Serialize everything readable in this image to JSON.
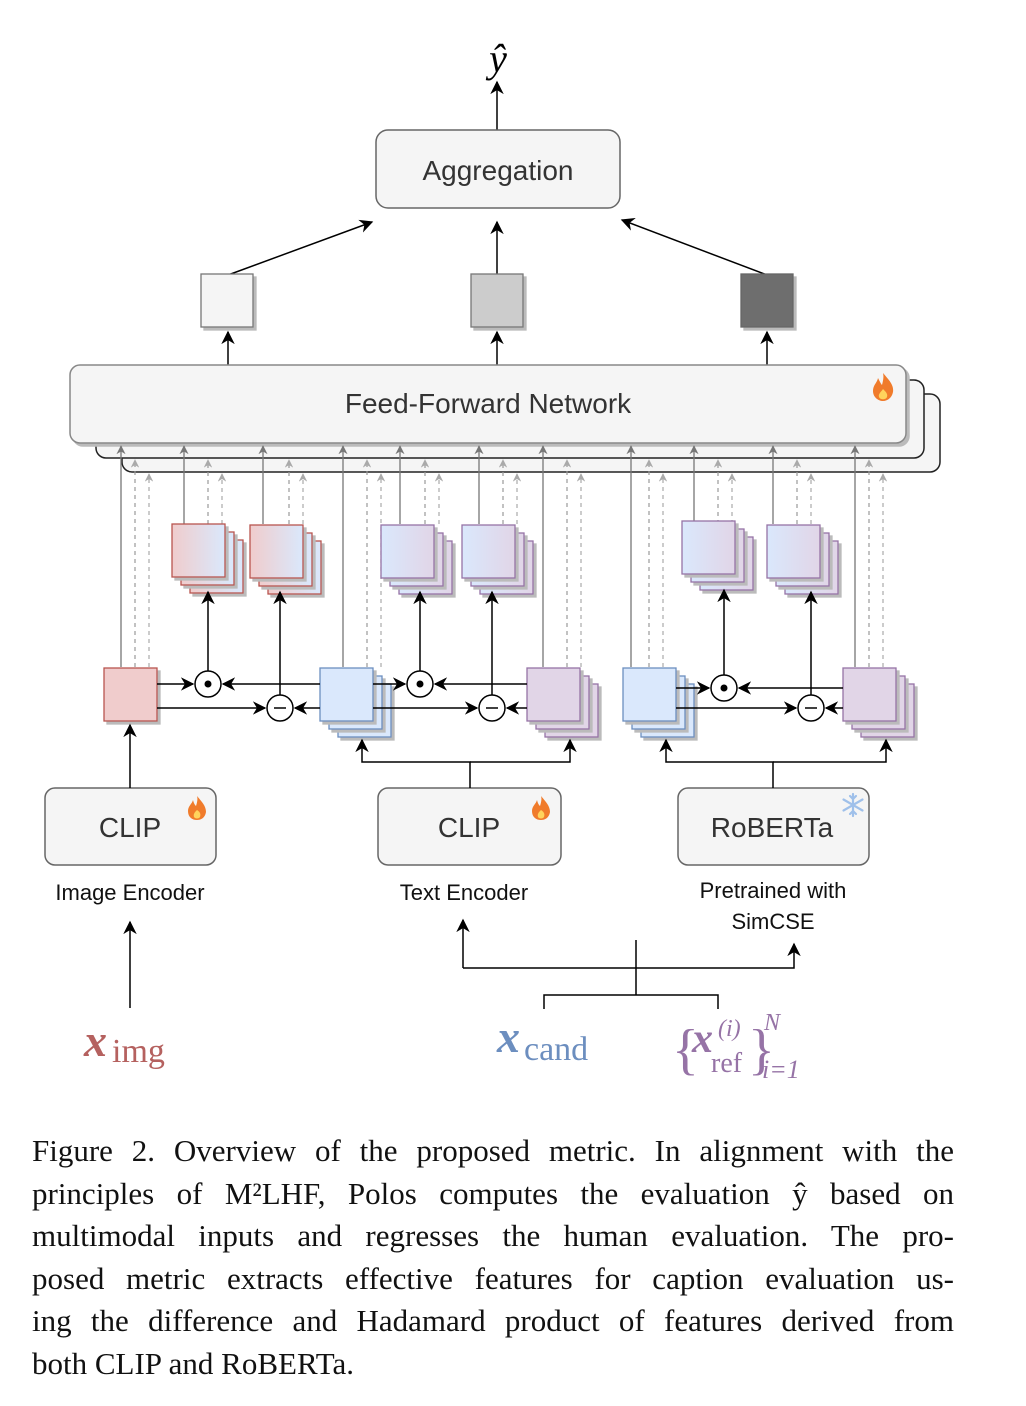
{
  "figure": {
    "output_label": "ŷ",
    "aggregation_label": "Aggregation",
    "ffn_label": "Feed-Forward Network",
    "encoders": [
      {
        "name": "CLIP",
        "caption": "Image Encoder",
        "status_icon": "fire-icon"
      },
      {
        "name": "CLIP",
        "caption": "Text Encoder",
        "status_icon": "fire-icon"
      },
      {
        "name": "RoBERTa",
        "caption_line1": "Pretrained with",
        "caption_line2": "SimCSE",
        "status_icon": "snowflake-icon"
      }
    ],
    "inputs": {
      "img": {
        "main": "x",
        "sub": "img",
        "color": "#b5615f"
      },
      "cand": {
        "main": "x",
        "sub": "cand",
        "color": "#6c8ebf"
      },
      "ref": {
        "main": "x",
        "sup": "(i)",
        "sub": "ref",
        "range_sub": "i=1",
        "range_sup": "N",
        "color": "#9673a6"
      }
    },
    "operators": {
      "hadamard": "⊙",
      "difference": "⊖"
    },
    "output_shades": [
      "#f5f5f5",
      "#cccccc",
      "#6e6e6e"
    ],
    "colors": {
      "image_feature": "#f0cccc",
      "image_border": "#b85450",
      "text_feature": "#dae8fc",
      "text_border": "#6c8ebf",
      "ref_feature": "#e1d5e7",
      "ref_border": "#9673a6",
      "box_fill": "#f5f5f5",
      "box_border": "#666666"
    }
  },
  "caption": {
    "lines": [
      "Figure 2. Overview of the proposed metric. In alignment with the",
      "principles of M²LHF, Polos computes the evaluation ŷ based on",
      "multimodal inputs and regresses the human evaluation.  The pro-",
      "posed metric extracts effective features for caption evaluation us-",
      "ing the difference and Hadamard product of features derived from",
      "both CLIP and RoBERTa."
    ]
  }
}
